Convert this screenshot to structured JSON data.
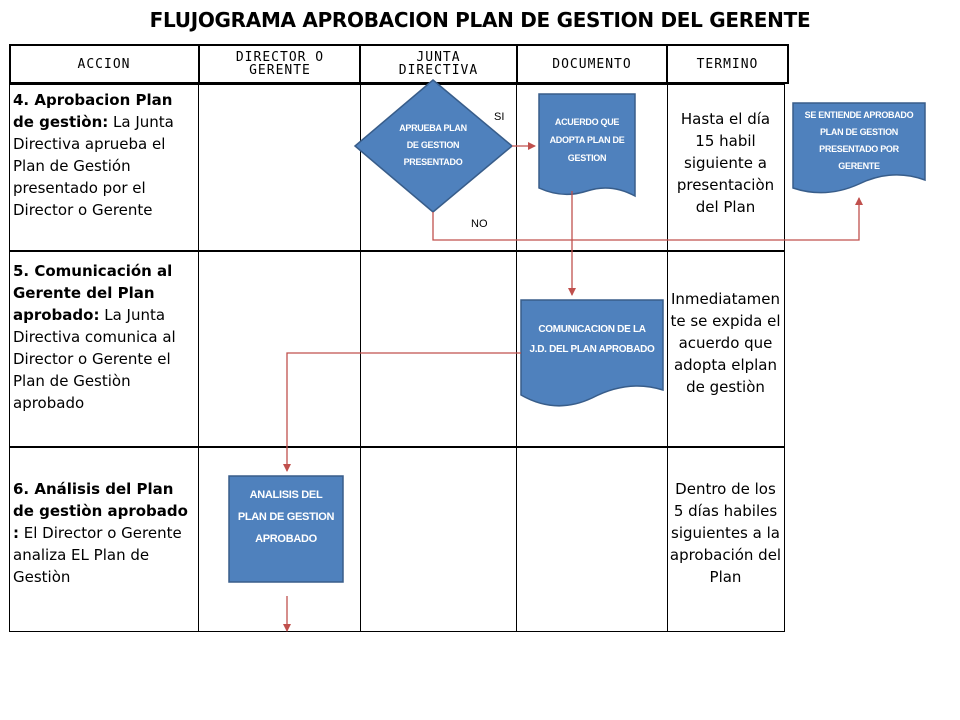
{
  "title": "FLUJOGRAMA APROBACION PLAN DE GESTION DEL GERENTE",
  "headers": {
    "accion": "ACCION",
    "director": [
      "DIRECTOR O",
      "GERENTE"
    ],
    "junta": [
      "JUNTA",
      "DIRECTIVA"
    ],
    "documento": "DOCUMENTO",
    "termino": "TERMINO"
  },
  "rows": [
    {
      "num": "4.",
      "lead": " Aprobacion Plan de gestiòn:",
      "body": " La Junta Directiva aprueba  el Plan de Gestión presentado por el Director o Gerente",
      "termino": [
        "Hasta el día",
        "15 habil",
        "siguiente a",
        "presentaciòn",
        "del Plan"
      ]
    },
    {
      "num": "5.",
      "lead": " Comunicación al Gerente del Plan aprobado:",
      "body": " La Junta Directiva comunica al Director o Gerente el Plan de Gestiòn aprobado",
      "termino": [
        "Inmediatamen",
        "te se expida el",
        "acuerdo que",
        "adopta elplan",
        "de gestiòn"
      ]
    },
    {
      "num": "6.",
      "lead": " Análisis del Plan de gestiòn aprobado :",
      "body": " El Director o Gerente analiza EL Plan de Gestiòn",
      "termino": [
        "Dentro de los",
        "5 días habiles",
        "siguientes a la",
        "aprobación del",
        "Plan"
      ]
    }
  ],
  "shapes": {
    "decision": [
      "APRUEBA PLAN",
      "DE GESTION",
      "PRESENTADO"
    ],
    "doc_acuerdo": [
      "ACUERDO QUE",
      "ADOPTA PLAN DE",
      "GESTION"
    ],
    "doc_entiende": [
      "SE ENTIENDE APROBADO",
      "PLAN DE GESTION",
      "PRESENTADO POR",
      "GERENTE"
    ],
    "doc_comunicacion": [
      "COMUNICACION  DE LA",
      "J.D. DEL PLAN APROBADO"
    ],
    "proc_analisis": [
      "ANALISIS DEL",
      "PLAN DE GESTION",
      "APROBADO"
    ]
  },
  "labels": {
    "si": "SI",
    "no": "NO"
  },
  "colors": {
    "shape_fill": "#4f81bd",
    "shape_stroke": "#385d8a",
    "arrow": "#c0504d",
    "grid": "#000000"
  }
}
